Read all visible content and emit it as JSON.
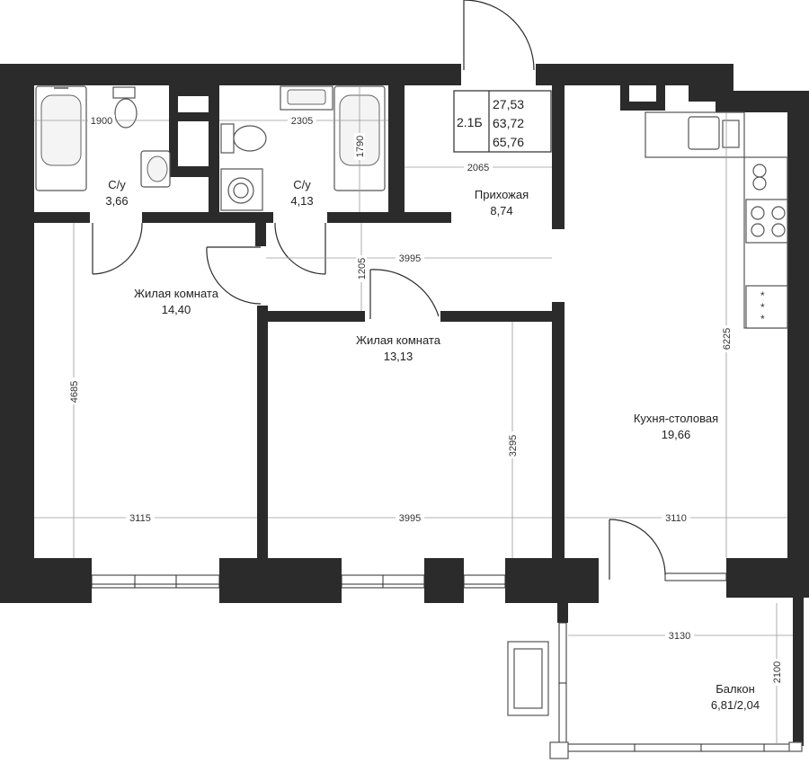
{
  "info_box": {
    "code": "2.1Б",
    "area_living": "27,53",
    "area_total_1": "63,72",
    "area_total_2": "65,76"
  },
  "rooms": {
    "bath1": {
      "name": "С/у",
      "area": "3,66"
    },
    "bath2": {
      "name": "С/у",
      "area": "4,13"
    },
    "hall": {
      "name": "Прихожая",
      "area": "8,74"
    },
    "living1": {
      "name": "Жилая комната",
      "area": "14,40"
    },
    "living2": {
      "name": "Жилая комната",
      "area": "13,13"
    },
    "kitchen": {
      "name": "Кухня-столовая",
      "area": "19,66"
    },
    "balcony": {
      "name": "Балкон",
      "area": "6,81/2,04"
    }
  },
  "dims": {
    "d1900": "1900",
    "d2305": "2305",
    "d1790": "1790",
    "d2065": "2065",
    "d3995_corr": "3995",
    "d1205": "1205",
    "d4685": "4685",
    "d3295": "3295",
    "d6225": "6225",
    "d3115": "3115",
    "d3995_room": "3995",
    "d3110": "3110",
    "d3130": "3130",
    "d2100": "2100"
  }
}
